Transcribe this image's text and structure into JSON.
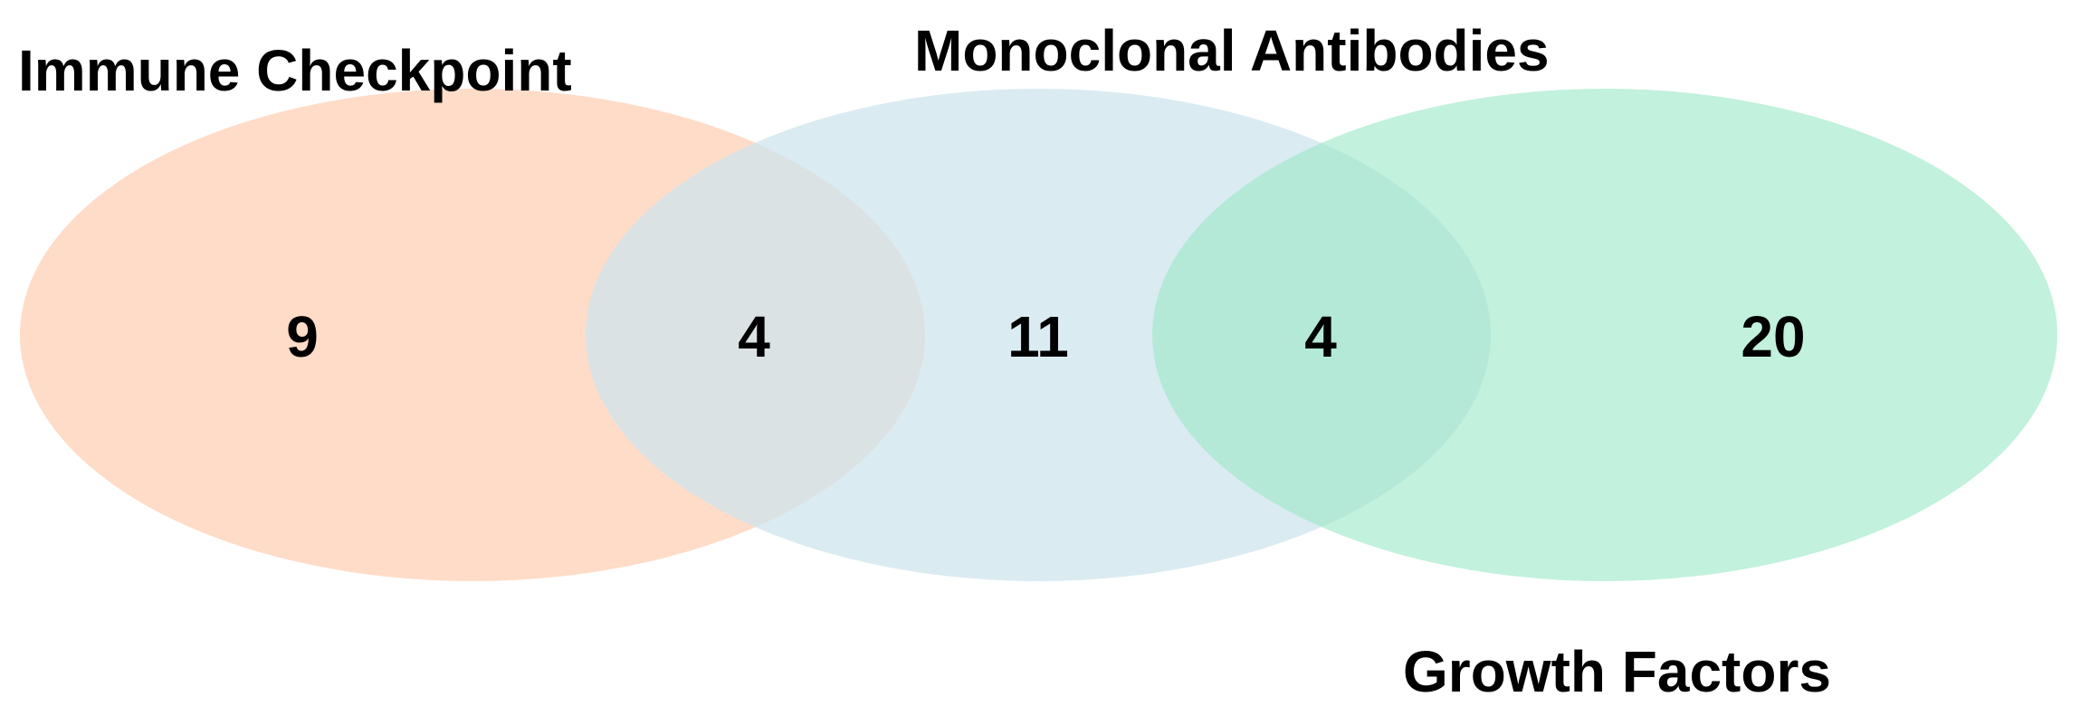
{
  "diagram": {
    "type": "venn3",
    "sets": [
      {
        "id": "A",
        "label": "Immune Checkpoint",
        "color": "#FFD6BE"
      },
      {
        "id": "B",
        "label": "Monoclonal Antibodies",
        "color": "#CFE4EE"
      },
      {
        "id": "C",
        "label": "Growth Factors",
        "color": "#9CE8C8"
      }
    ],
    "regions": {
      "A_only": "9",
      "A_and_B": "4",
      "B_only": "11",
      "B_and_C": "4",
      "C_only": "20"
    }
  }
}
